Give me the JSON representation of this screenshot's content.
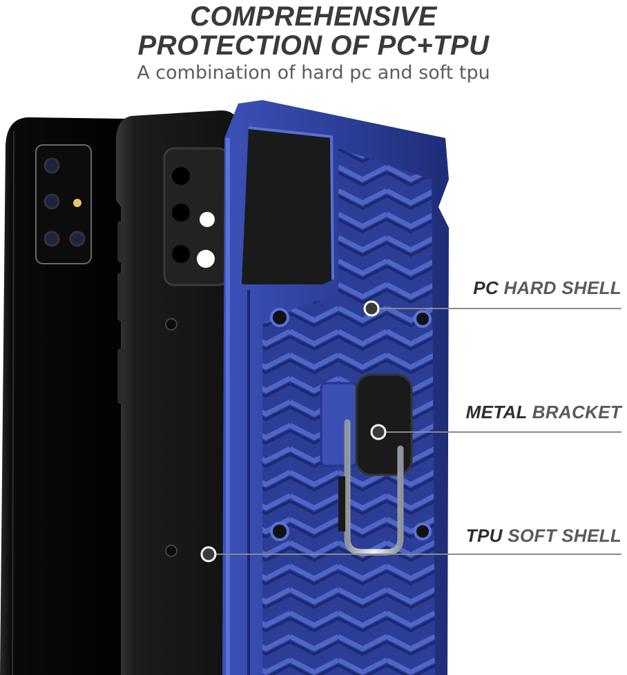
{
  "header": {
    "title_line1": "COMPREHENSIVE",
    "title_line2": "PROTECTION OF PC+TPU",
    "subtitle": "A combination of hard pc and soft tpu"
  },
  "callouts": [
    {
      "strong": "PC",
      "rest": "HARD SHELL"
    },
    {
      "strong": "METAL",
      "rest": "BRACKET"
    },
    {
      "strong": "TPU",
      "rest": "SOFT SHELL"
    }
  ],
  "colors": {
    "case_blue": "#2e3f9a",
    "case_blue_light": "#4a5fc2",
    "tpu_black": "#1a1a1a",
    "phone_black": "#050505",
    "metal": "#c9cdd3",
    "line_gray": "#8a8a8a"
  }
}
